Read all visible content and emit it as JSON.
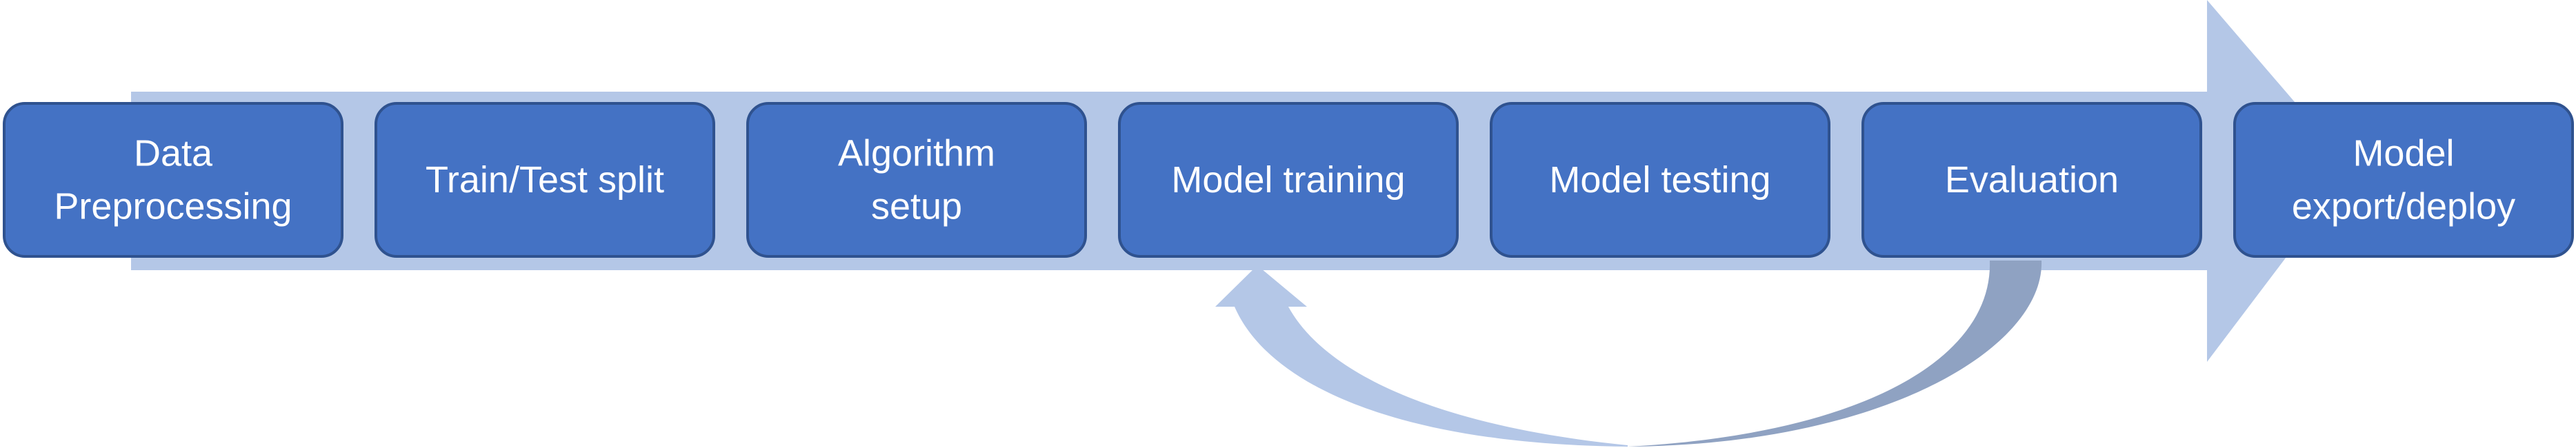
{
  "steps": [
    {
      "id": "data-preprocessing",
      "lines": [
        "Data",
        "Preprocessing"
      ]
    },
    {
      "id": "train-test-split",
      "lines": [
        "Train/Test split"
      ]
    },
    {
      "id": "algorithm-setup",
      "lines": [
        "Algorithm",
        "setup"
      ]
    },
    {
      "id": "model-training",
      "lines": [
        "Model training"
      ]
    },
    {
      "id": "model-testing",
      "lines": [
        "Model testing"
      ]
    },
    {
      "id": "evaluation",
      "lines": [
        "Evaluation"
      ]
    },
    {
      "id": "model-export-deploy",
      "lines": [
        "Model",
        "export/deploy"
      ]
    }
  ],
  "feedback_loop": {
    "from": "evaluation",
    "to": "model-training"
  },
  "colors": {
    "box_fill": "#4472C4",
    "box_stroke": "#2F528F",
    "text": "#FFFFFF",
    "flow_arrow": "#B4C7E7",
    "loop_front": "#B4C7E7",
    "loop_back": "#8FA2C2"
  }
}
